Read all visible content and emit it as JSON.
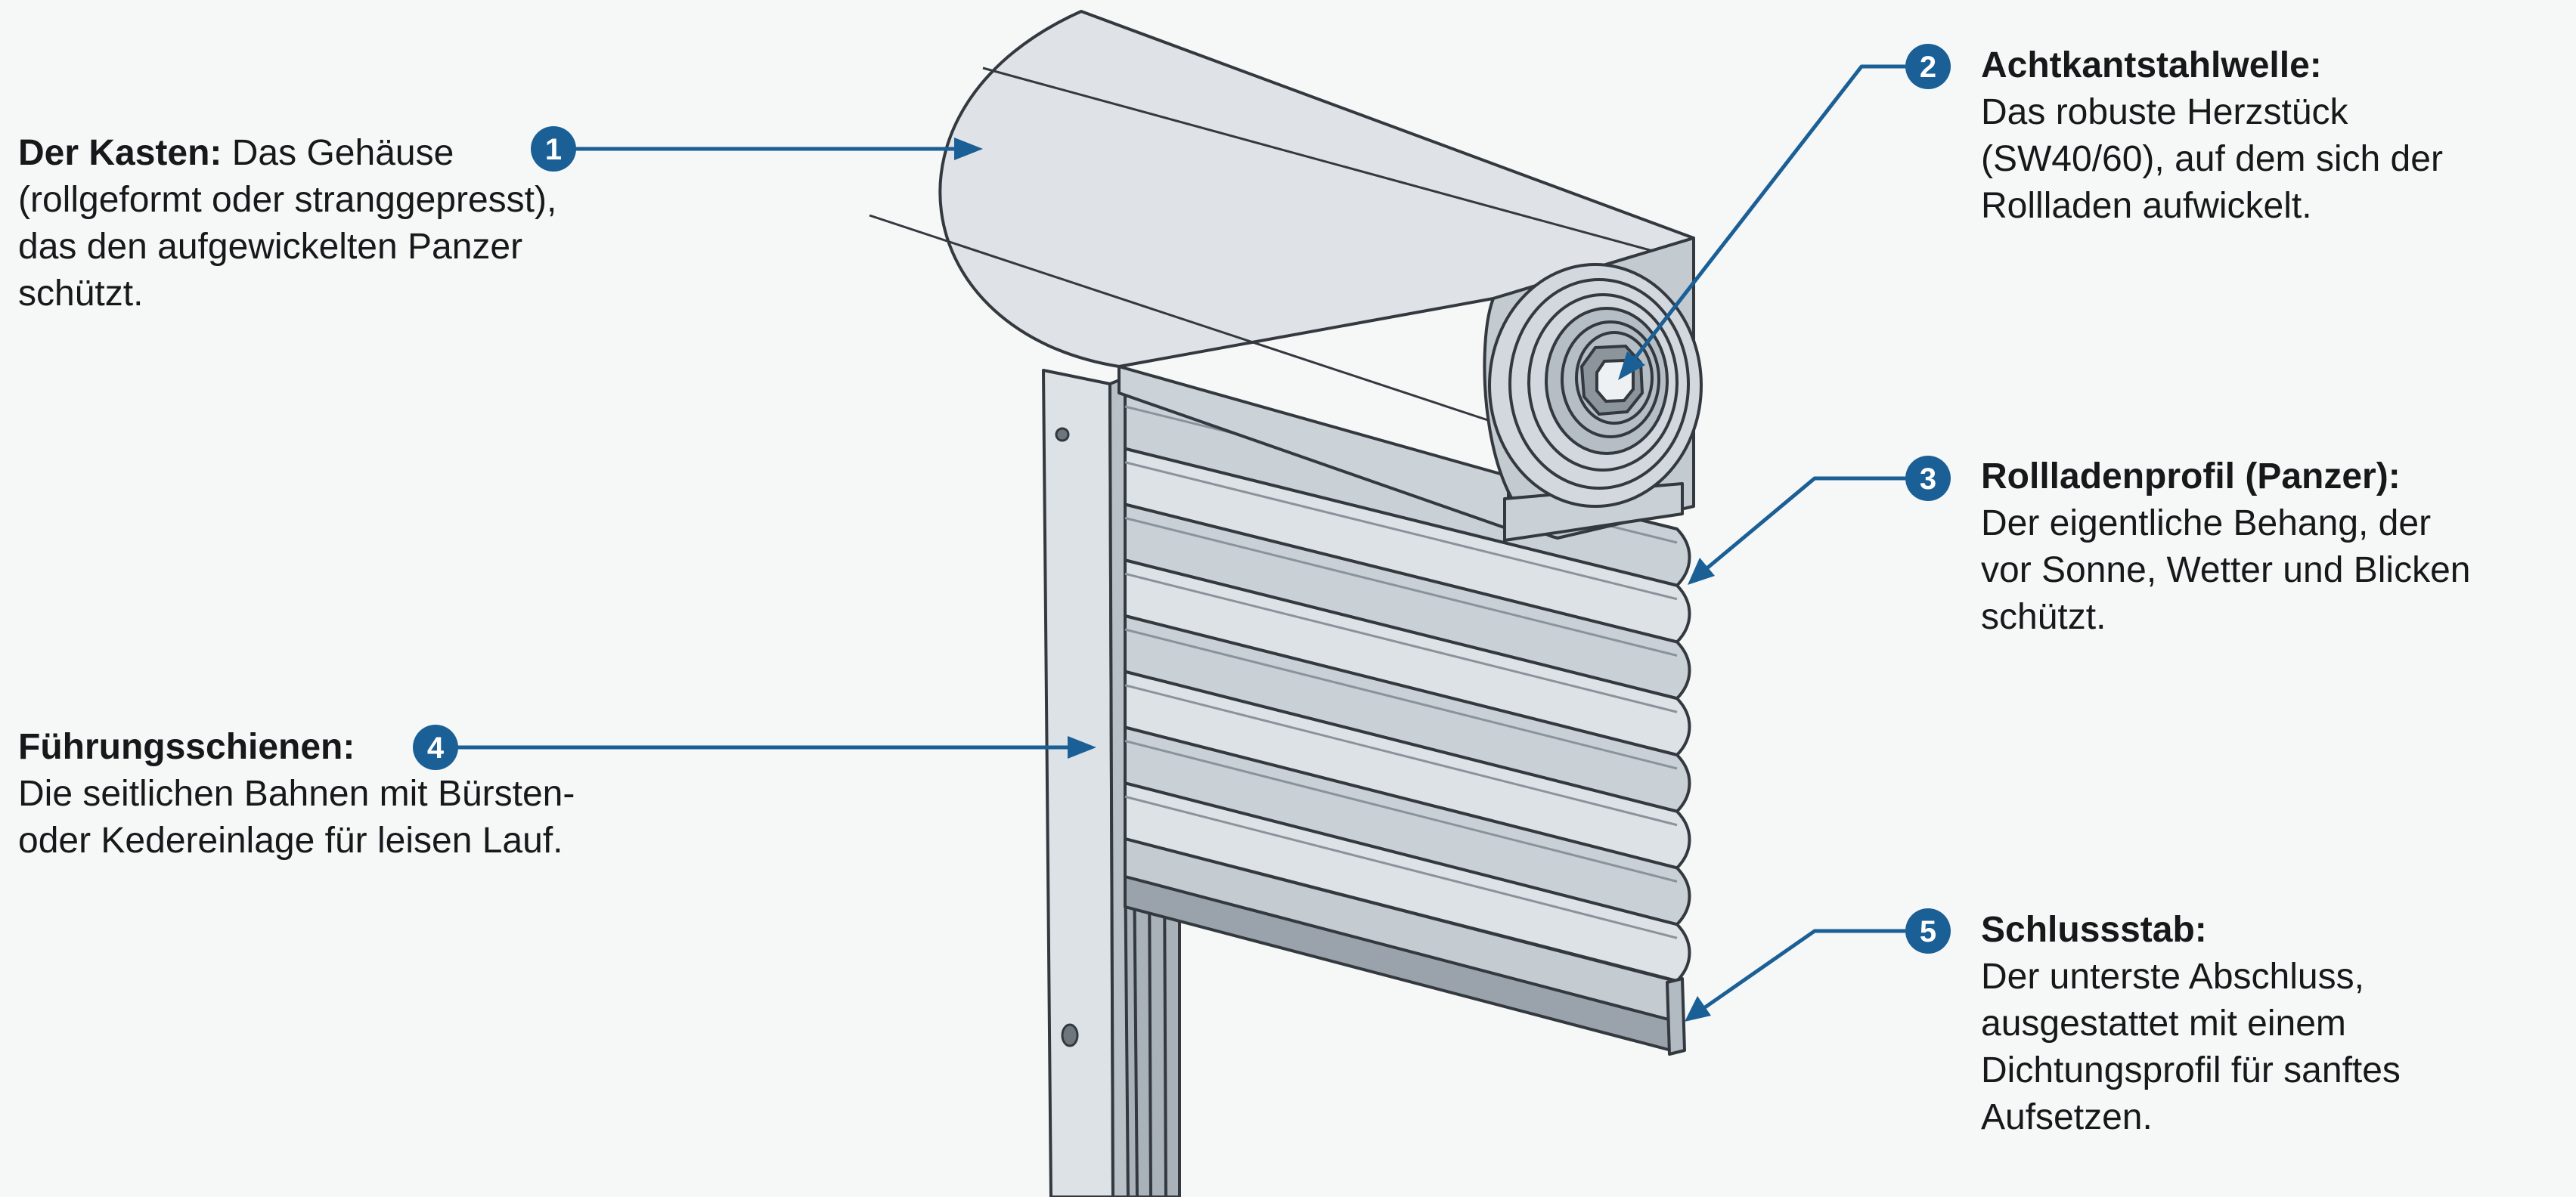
{
  "callouts": [
    {
      "number": "1",
      "title": "Der Kasten:",
      "text_inline": "Das Gehäuse",
      "lines": [
        "(rollgeformt oder stranggepresst),",
        "das den aufgewickelten Panzer",
        "schützt."
      ]
    },
    {
      "number": "2",
      "title": "Achtkantstahlwelle:",
      "lines": [
        "Das robuste Herzstück",
        "(SW40/60), auf dem sich der",
        "Rollladen aufwickelt."
      ]
    },
    {
      "number": "3",
      "title": "Rollladenprofil (Panzer):",
      "lines": [
        "Der eigentliche Behang, der",
        "vor Sonne, Wetter und Blicken",
        "schützt."
      ]
    },
    {
      "number": "4",
      "title": "Führungsschienen:",
      "lines": [
        "Die seitlichen Bahnen mit Bürsten-",
        "oder Kedereinlage für leisen Lauf."
      ]
    },
    {
      "number": "5",
      "title": "Schlussstab:",
      "lines": [
        "Der unterste Abschluss,",
        "ausgestattet mit einem",
        "Dichtungsprofil für sanftes",
        "Aufsetzen."
      ]
    }
  ],
  "colors": {
    "accent": "#1a5f95",
    "metal_light": "#dde2e6",
    "metal_mid": "#c9d0d6",
    "metal_dark": "#8a939b",
    "outline": "#33393e"
  }
}
